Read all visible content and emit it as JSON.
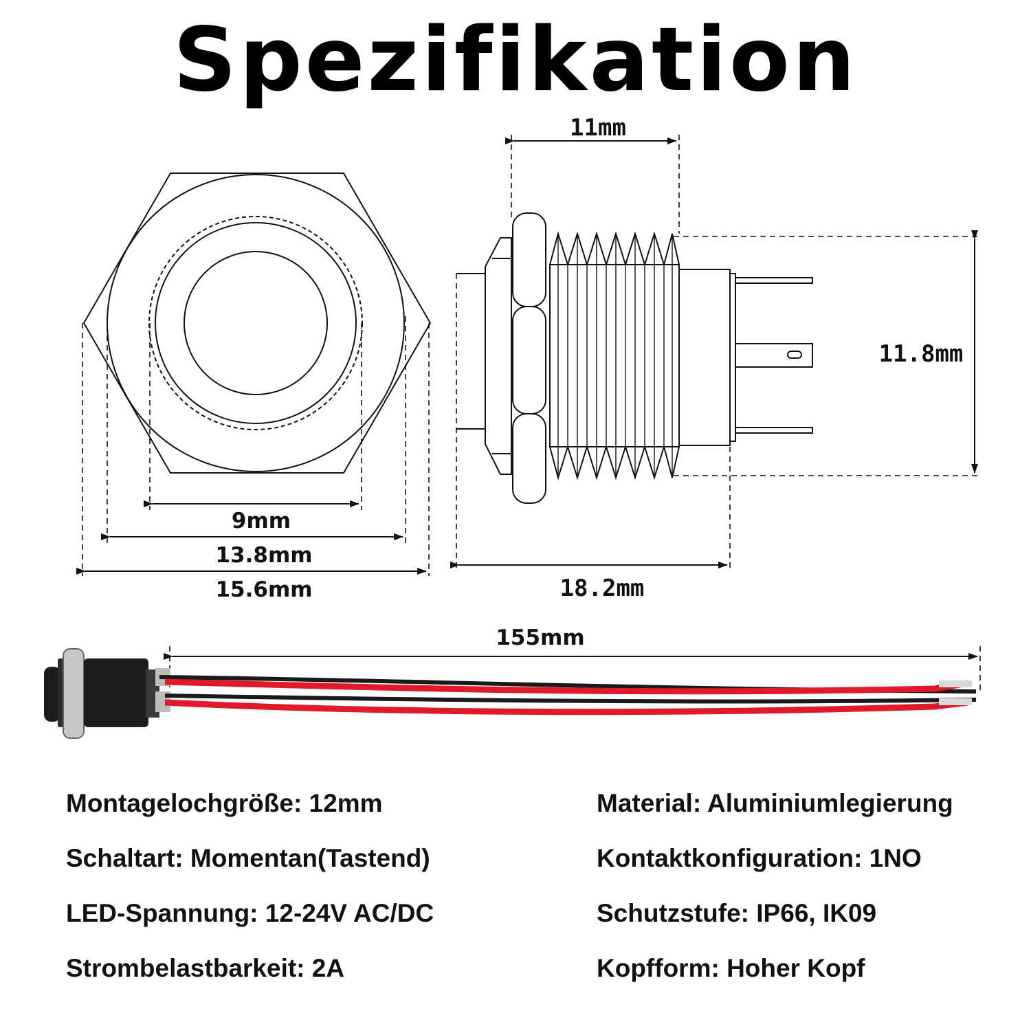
{
  "title": "Spezifikation",
  "front_view": {
    "dim_inner": "9mm",
    "dim_mid": "13.8mm",
    "dim_outer": "15.6mm"
  },
  "side_view": {
    "dim_thread": "11mm",
    "dim_length": "18.2mm",
    "dim_height": "11.8mm"
  },
  "wire_view": {
    "dim_cable": "155mm",
    "colors": {
      "red": "#e01a2b",
      "black": "#1a1a1a"
    }
  },
  "specs": {
    "left": [
      "Montagelochgröße: 12mm",
      "Schaltart: Momentan(Tastend)",
      "LED-Spannung: 12-24V AC/DC",
      "Strombelastbarkeit: 2A"
    ],
    "right": [
      "Material: Aluminiumlegierung",
      "Kontaktkonfiguration: 1NO",
      "Schutzstufe: IP66, IK09",
      "Kopfform: Hoher Kopf"
    ]
  }
}
